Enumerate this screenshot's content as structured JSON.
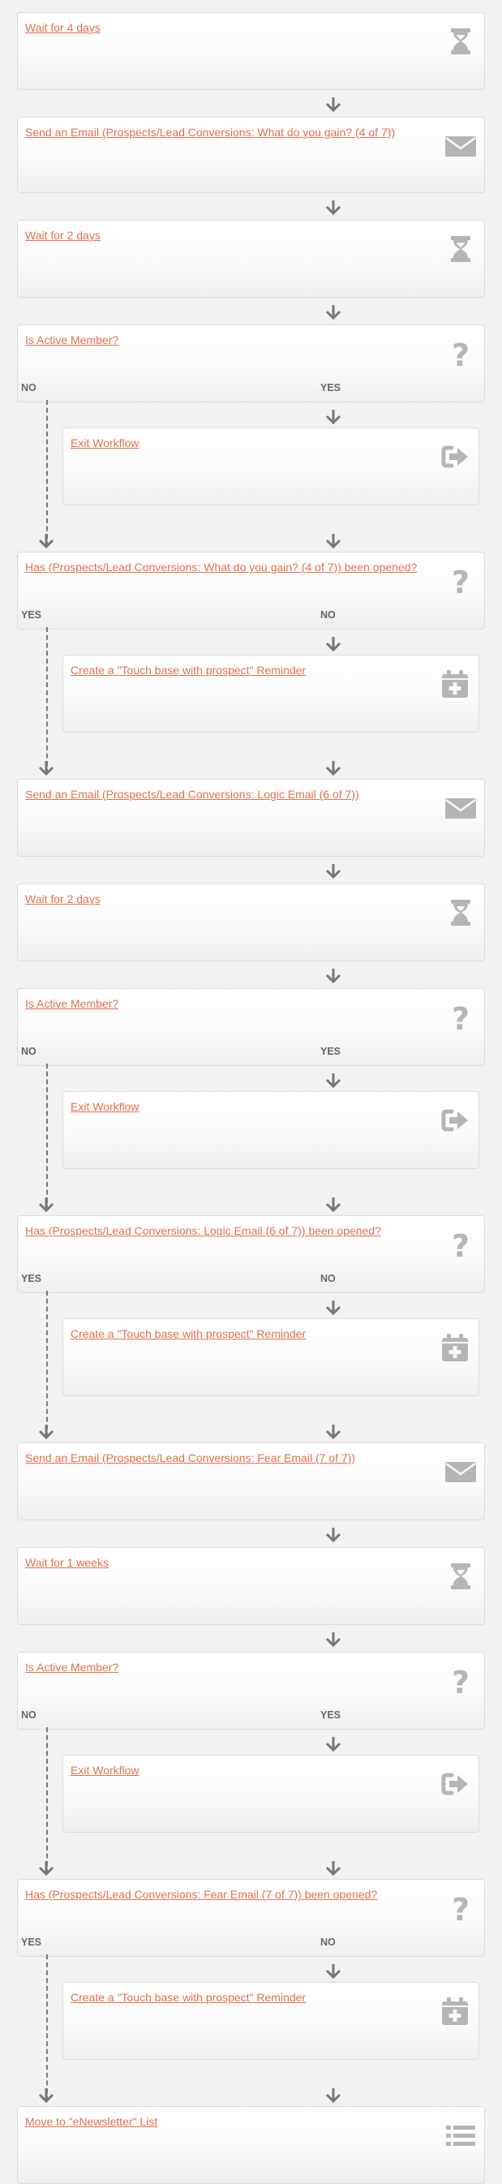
{
  "colors": {
    "link": "#e4714d",
    "icon": "#b5b5b5",
    "connector": "#777777",
    "branch_label": "#666666"
  },
  "branch_labels": {
    "no": "NO",
    "yes": "YES"
  },
  "steps": [
    {
      "text": "Wait for 4 days",
      "icon": "hourglass-icon"
    },
    {
      "text": "Send an Email (Prospects/Lead Conversions: What do you gain? (4 of 7))",
      "icon": "envelope-icon"
    },
    {
      "text": "Wait for 2 days",
      "icon": "hourglass-icon"
    },
    {
      "text": "Is Active Member?",
      "icon": "question-icon"
    },
    {
      "text": "Exit Workflow",
      "icon": "exit-icon"
    },
    {
      "text": "Has (Prospects/Lead Conversions: What do you gain? (4 of 7)) been opened?",
      "icon": "question-icon"
    },
    {
      "text": "Create a \"Touch base with prospect\" Reminder",
      "icon": "calendar-add-icon"
    },
    {
      "text": "Send an Email (Prospects/Lead Conversions: Logic Email (6 of 7))",
      "icon": "envelope-icon"
    },
    {
      "text": "Wait for 2 days",
      "icon": "hourglass-icon"
    },
    {
      "text": "Is Active Member?",
      "icon": "question-icon"
    },
    {
      "text": "Exit Workflow",
      "icon": "exit-icon"
    },
    {
      "text": "Has (Prospects/Lead Conversions: Logic Email (6 of 7)) been opened?",
      "icon": "question-icon"
    },
    {
      "text": "Create a \"Touch base with prospect\" Reminder",
      "icon": "calendar-add-icon"
    },
    {
      "text": "Send an Email (Prospects/Lead Conversions: Fear Email (7 of 7))",
      "icon": "envelope-icon"
    },
    {
      "text": "Wait for 1 weeks",
      "icon": "hourglass-icon"
    },
    {
      "text": "Is Active Member?",
      "icon": "question-icon"
    },
    {
      "text": "Exit Workflow",
      "icon": "exit-icon"
    },
    {
      "text": "Has (Prospects/Lead Conversions: Fear Email (7 of 7)) been opened?",
      "icon": "question-icon"
    },
    {
      "text": "Create a \"Touch base with prospect\" Reminder",
      "icon": "calendar-add-icon"
    },
    {
      "text": "Move to \"eNewsletter\" List",
      "icon": "list-icon"
    }
  ]
}
